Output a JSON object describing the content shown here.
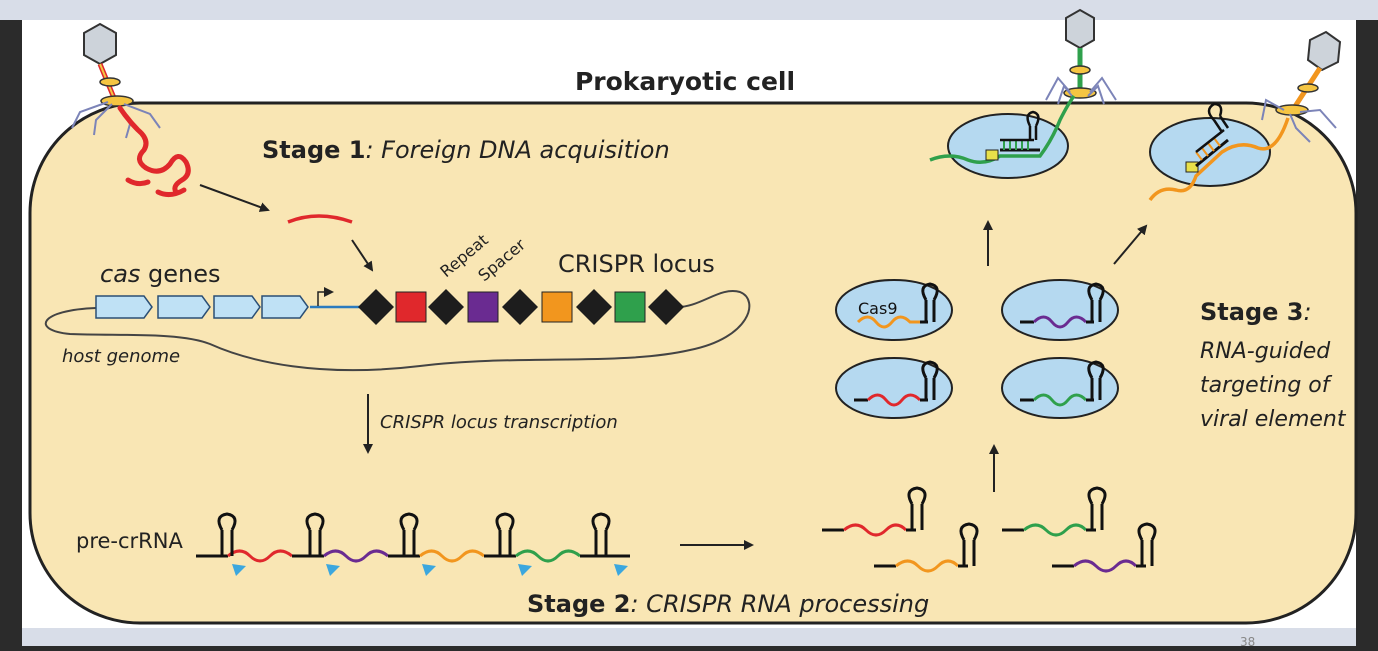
{
  "title": "Prokaryotic cell",
  "stage1": {
    "label": "Stage 1",
    "suffix": ": Foreign DNA acquisition"
  },
  "stage2": {
    "label": "Stage 2",
    "suffix": ": CRISPR RNA processing"
  },
  "stage3": {
    "label": "Stage 3",
    "suffix": ":",
    "lines": [
      "RNA-guided",
      "targeting of",
      "viral element"
    ]
  },
  "labels": {
    "cas_italic": "cas",
    "cas_rest": " genes",
    "host_genome": "host genome",
    "repeat": "Repeat",
    "spacer": "Spacer",
    "crispr_locus": "CRISPR locus",
    "transcription": "CRISPR locus transcription",
    "pre_crrna": "pre-crRNA",
    "cas9": "Cas9"
  },
  "page_number": "38",
  "colors": {
    "cell_fill": "#f9e6b4",
    "complex_fill": "#b5d9f0",
    "red": "#e0282c",
    "purple": "#6a2b91",
    "orange": "#f2961e",
    "green": "#2fa04c",
    "gene_fill": "#bfe1f5",
    "cleavage": "#3ca7de",
    "bg_top": "#d8dde8"
  }
}
